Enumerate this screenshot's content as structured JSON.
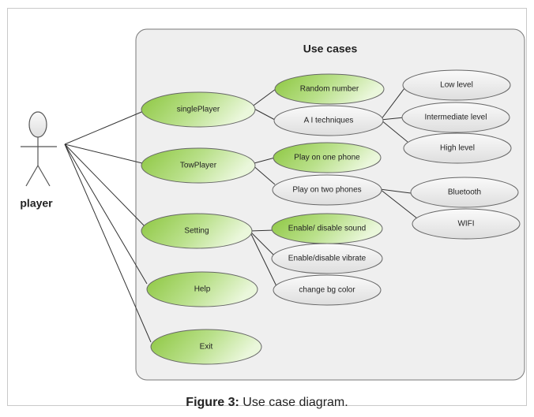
{
  "diagram": {
    "system_title": "Use cases",
    "actor": {
      "label": "player"
    },
    "main_use_cases": [
      {
        "id": "singleplayer",
        "label": "singlePlayer"
      },
      {
        "id": "towplayer",
        "label": "TowPlayer"
      },
      {
        "id": "setting",
        "label": "Setting"
      },
      {
        "id": "help",
        "label": "Help"
      },
      {
        "id": "exit",
        "label": "Exit"
      }
    ],
    "sub_use_cases": [
      {
        "id": "random-number",
        "label": "Random number",
        "parent": "singleplayer",
        "highlight": true
      },
      {
        "id": "ai-techniques",
        "label": "A I techniques",
        "parent": "singleplayer",
        "highlight": false
      },
      {
        "id": "low-level",
        "label": "Low level",
        "parent": "ai-techniques",
        "highlight": false
      },
      {
        "id": "intermediate-level",
        "label": "Intermediate level",
        "parent": "ai-techniques",
        "highlight": false
      },
      {
        "id": "high-level",
        "label": "High level",
        "parent": "ai-techniques",
        "highlight": false
      },
      {
        "id": "play-one-phone",
        "label": "Play on one phone",
        "parent": "towplayer",
        "highlight": true
      },
      {
        "id": "play-two-phones",
        "label": "Play on two phones",
        "parent": "towplayer",
        "highlight": false
      },
      {
        "id": "bluetooth",
        "label": "Bluetooth",
        "parent": "play-two-phones",
        "highlight": false
      },
      {
        "id": "wifi",
        "label": "WIFI",
        "parent": "play-two-phones",
        "highlight": false
      },
      {
        "id": "enable-sound",
        "label": "Enable/ disable sound",
        "parent": "setting",
        "highlight": true
      },
      {
        "id": "enable-vibrate",
        "label": "Enable/disable vibrate",
        "parent": "setting",
        "highlight": false
      },
      {
        "id": "change-bg",
        "label": "change bg color",
        "parent": "setting",
        "highlight": false
      }
    ],
    "colors": {
      "green_fill": "#9fd46a",
      "green_light": "#e4f5cf",
      "grey_fill": "#e8e8e8",
      "boundary_fill": "#efefef",
      "boundary_stroke": "#7a7a7a",
      "line": "#333333"
    }
  },
  "caption": {
    "label": "Figure 3:",
    "text": " Use case diagram."
  }
}
